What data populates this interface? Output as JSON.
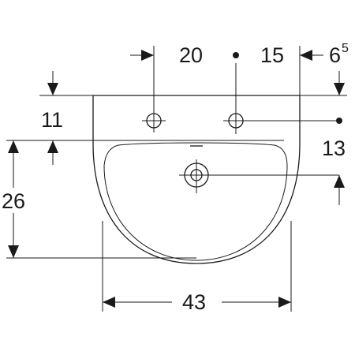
{
  "dimensions": {
    "tap_hole_spacing": "20",
    "overflow_offset": "15",
    "rim_offset_base": "6",
    "rim_offset_sup": "5",
    "rim_to_tap_holes": "11",
    "rim_to_drain": "13",
    "bowl_depth": "26",
    "overall_width": "43"
  }
}
